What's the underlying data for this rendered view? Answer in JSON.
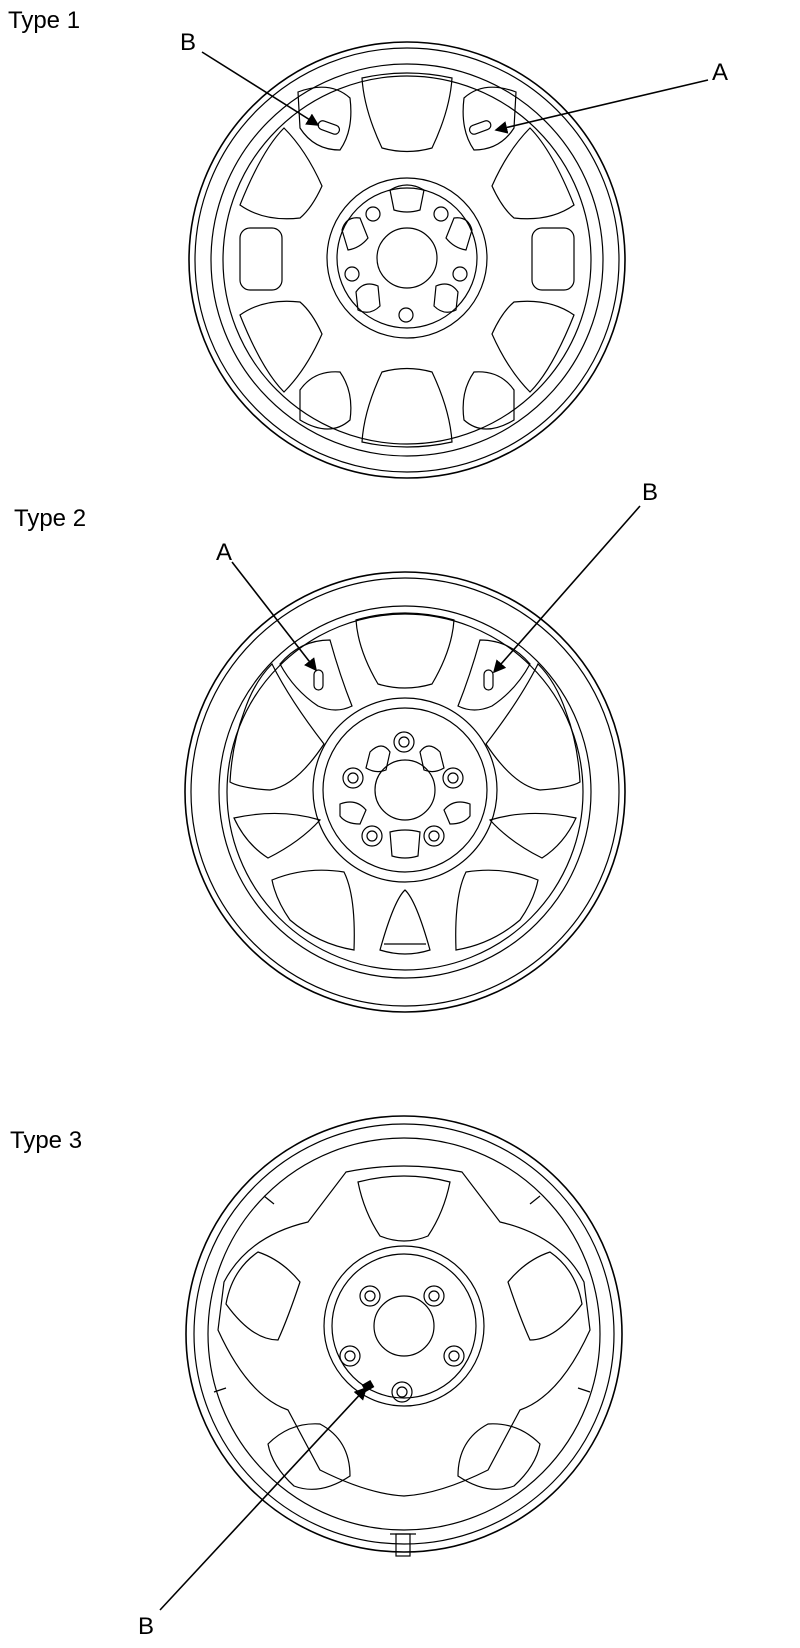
{
  "colors": {
    "line": "#000000",
    "background": "#ffffff"
  },
  "wheels": [
    {
      "title": "Type 1",
      "callouts": [
        {
          "label": "B"
        },
        {
          "label": "A"
        }
      ]
    },
    {
      "title": "Type 2",
      "callouts": [
        {
          "label": "A"
        },
        {
          "label": "B"
        }
      ]
    },
    {
      "title": "Type 3",
      "callouts": [
        {
          "label": "B"
        }
      ]
    }
  ]
}
